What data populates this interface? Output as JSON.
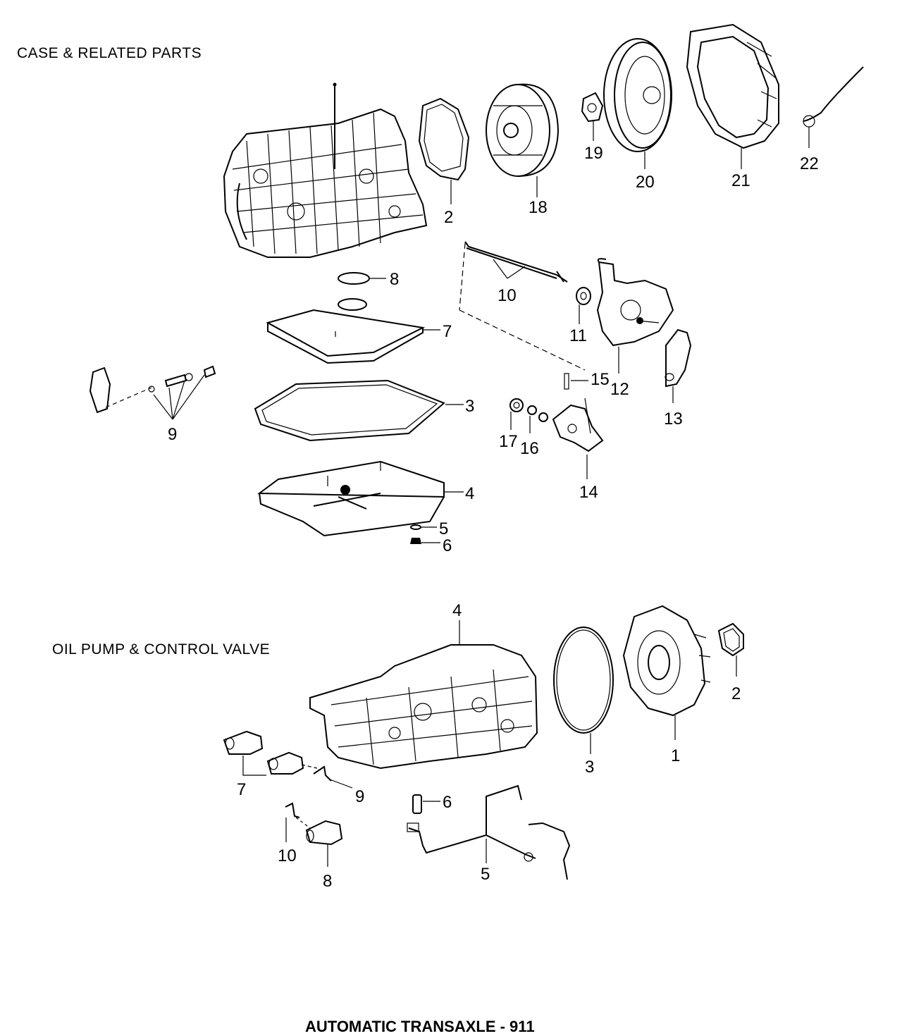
{
  "sections": {
    "case": "CASE & RELATED PARTS",
    "pump": "OIL PUMP & CONTROL VALVE"
  },
  "footer": "AUTOMATIC TRANSAXLE - 911",
  "callouts_case": [
    "2",
    "18",
    "19",
    "20",
    "21",
    "22",
    "8",
    "7",
    "10",
    "11",
    "12",
    "13",
    "15",
    "3",
    "9",
    "17",
    "16",
    "14",
    "4",
    "5",
    "6"
  ],
  "callouts_pump": [
    "4",
    "2",
    "1",
    "3",
    "7",
    "9",
    "6",
    "10",
    "8",
    "5"
  ]
}
